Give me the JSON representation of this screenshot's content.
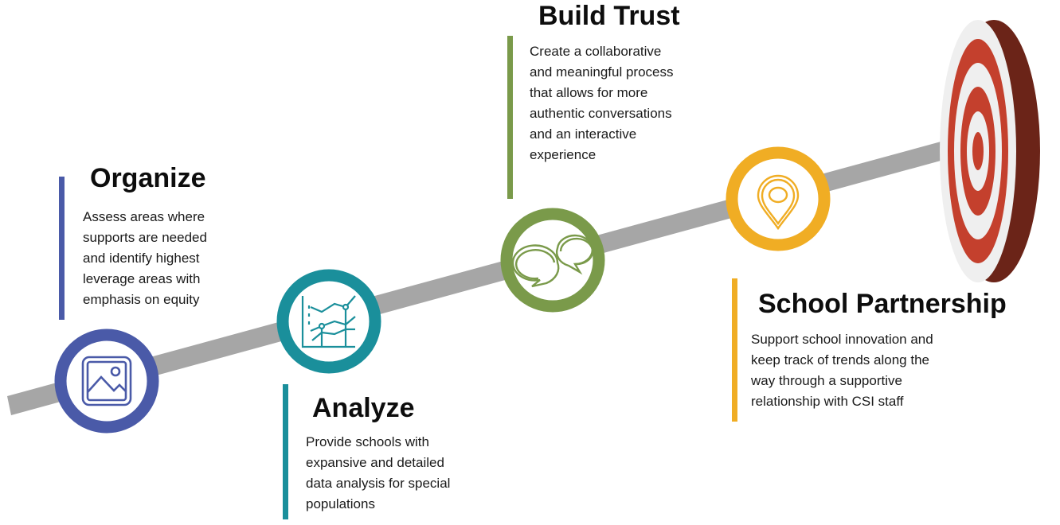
{
  "colors": {
    "arrow": "#a6a6a6",
    "organize": "#4a5aa8",
    "analyze": "#1a8f9b",
    "build_trust": "#7a9a4a",
    "school_partnership": "#f0ad24",
    "target_red": "#c4402d",
    "target_dark": "#6b2418",
    "target_light": "#efefef"
  },
  "icons": {
    "organize": "image-icon",
    "analyze": "line-chart-icon",
    "build_trust": "speech-bubbles-icon",
    "school_partnership": "location-pin-icon",
    "target": "target-icon"
  },
  "steps": {
    "organize": {
      "title": "Organize",
      "lines": [
        "Assess areas where",
        "supports are needed",
        "and identify highest",
        "leverage areas with",
        "emphasis on equity"
      ]
    },
    "analyze": {
      "title": "Analyze",
      "lines": [
        "Provide schools with",
        "expansive and detailed",
        "data analysis for special",
        "populations"
      ]
    },
    "build_trust": {
      "title": "Build Trust",
      "lines": [
        "Create a collaborative",
        "and meaningful process",
        "that allows for more",
        "authentic conversations",
        "and an interactive",
        "experience"
      ]
    },
    "school_partnership": {
      "title": "School Partnership",
      "lines": [
        "Support school innovation and",
        "keep track of trends along the",
        "way through a supportive",
        "relationship with CSI staff"
      ]
    }
  }
}
